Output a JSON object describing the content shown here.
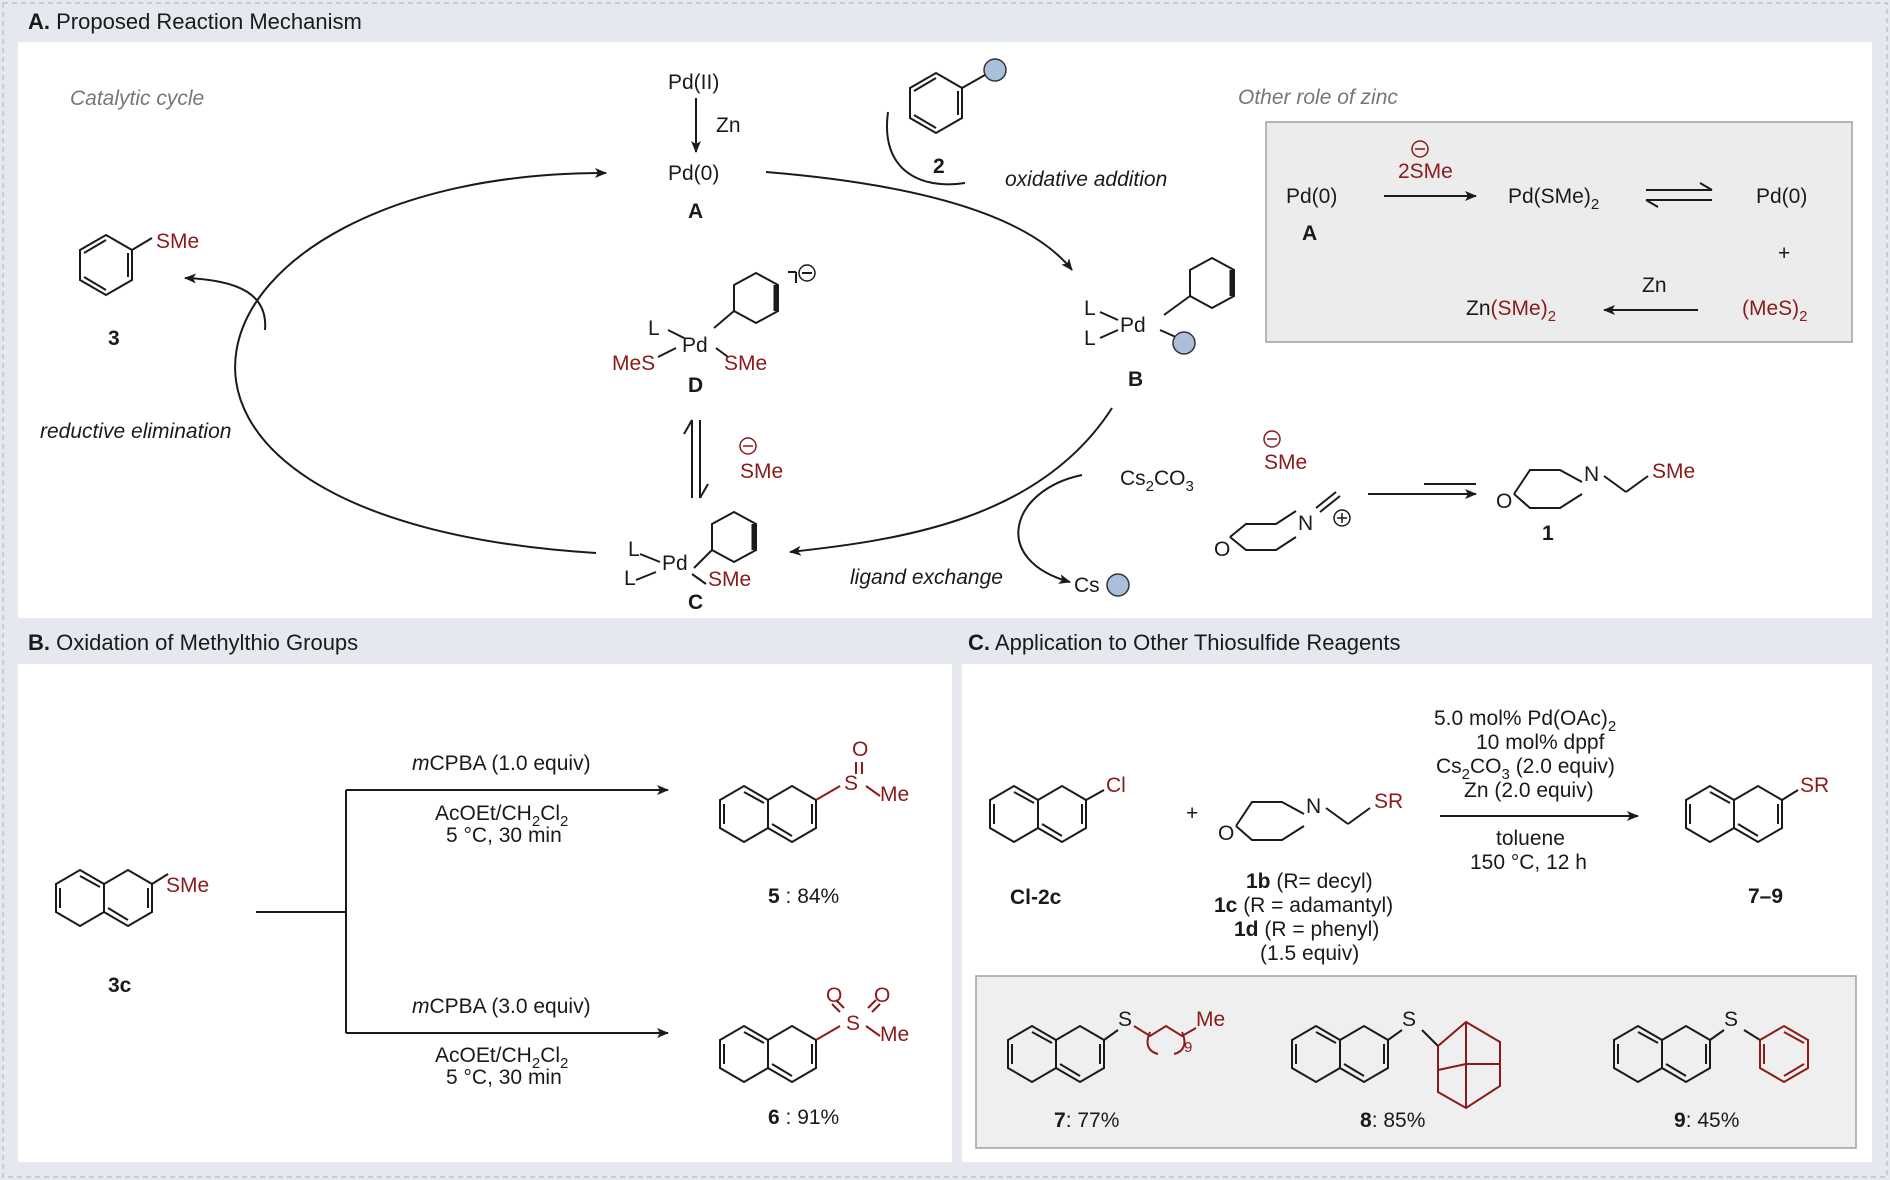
{
  "panelA": {
    "letter": "A.",
    "title": "Proposed Reaction Mechanism",
    "catalytic_cycle": "Catalytic cycle",
    "other_role": "Other role of zinc",
    "pd2": "Pd(II)",
    "zn": "Zn",
    "pd0": "Pd(0)",
    "A": "A",
    "B": "B",
    "C": "C",
    "D": "D",
    "c2": "2",
    "c3": "3",
    "c1": "1",
    "oxidative_addition": "oxidative addition",
    "reductive_elimination": "reductive elimination",
    "ligand_exchange": "ligand exchange",
    "SMe": "SMe",
    "MeS": "MeS",
    "L": "L",
    "Pd": "Pd",
    "Cs": "Cs",
    "Cs2CO3": "Cs2CO3",
    "N": "N",
    "O": "O",
    "zinc_box": {
      "pd0": "Pd(0)",
      "A": "A",
      "two_SMe": "2SMe",
      "pd_sme2": "Pd(SMe)2",
      "pd0_right": "Pd(0)",
      "plus": "+",
      "mes2": "(MeS)2",
      "zn": "Zn",
      "zn_sme2": "Zn(SMe)2"
    }
  },
  "panelB": {
    "letter": "B.",
    "title": "Oxidation of Methylthio Groups",
    "start": "3c",
    "reagent1": "mCPBA (1.0 equiv)",
    "reagent2": "mCPBA (3.0 equiv)",
    "solvent": "AcOEt/CH2Cl2",
    "cond": "5 °C, 30 min",
    "product1": "5",
    "yield1": ": 84%",
    "product2": "6",
    "yield2": ": 91%",
    "Me": "Me",
    "S": "S",
    "O": "O"
  },
  "panelC": {
    "letter": "C.",
    "title": "Application to Other Thiosulfide Reagents",
    "aryl_chloride": "Cl-2c",
    "Cl": "Cl",
    "plus": "+",
    "SR": "SR",
    "conditions": [
      "5.0 mol% Pd(OAc)2",
      "10 mol% dppf",
      "Cs2CO3 (2.0 equiv)",
      "Zn (2.0 equiv)",
      "toluene",
      "150 °C, 12 h"
    ],
    "reagents": [
      {
        "id": "1b",
        "desc": " (R= decyl)"
      },
      {
        "id": "1c",
        "desc": " (R = adamantyl)"
      },
      {
        "id": "1d",
        "desc": " (R = phenyl)"
      }
    ],
    "equiv": "(1.5 equiv)",
    "products_range": "7–9",
    "products": [
      {
        "id": "7",
        "yield": ": 77%"
      },
      {
        "id": "8",
        "yield": ": 85%"
      },
      {
        "id": "9",
        "yield": ": 45%"
      }
    ],
    "Me": "Me",
    "nine": "9",
    "S": "S"
  }
}
